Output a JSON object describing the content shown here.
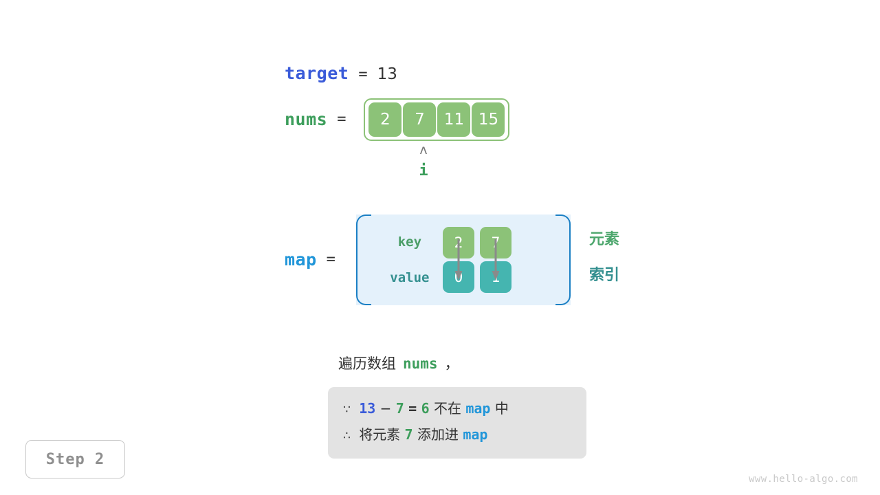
{
  "target": {
    "label": "target",
    "equals": "=",
    "value": "13"
  },
  "nums": {
    "label": "nums",
    "equals": "=",
    "cells": [
      "2",
      "7",
      "11",
      "15"
    ],
    "pointer": {
      "caret": "ʌ",
      "label": "i",
      "index": 1
    }
  },
  "map": {
    "label": "map",
    "equals": "=",
    "row_labels": {
      "key": "key",
      "value": "value"
    },
    "entries": [
      {
        "key": "2",
        "value": "0"
      },
      {
        "key": "7",
        "value": "1"
      }
    ],
    "legend": {
      "element": "元素",
      "index": "索引"
    }
  },
  "caption": {
    "prefix": "遍历数组",
    "code": "nums",
    "suffix": "，"
  },
  "formula": {
    "line1": {
      "symbol": "∵",
      "a": "13",
      "minus": "−",
      "b": "7",
      "eq": "=",
      "c": "6",
      "text1": "不在",
      "map": "map",
      "text2": "中"
    },
    "line2": {
      "symbol": "∴",
      "text1": "将元素",
      "a": "7",
      "text2": "添加进",
      "map": "map"
    }
  },
  "step_badge": "Step 2",
  "watermark": "www.hello-algo.com",
  "colors": {
    "green_cell": "#8cc278",
    "teal_cell": "#45b5b0",
    "map_panel_bg": "#e4f1fb",
    "map_panel_border": "#1a7fc4",
    "var_blue": "#2196d9",
    "var_indigo": "#3a5bd9",
    "var_green": "#3d9e5c",
    "formula_bg": "#e3e3e3",
    "arrow_gray": "#8a8a8a"
  }
}
